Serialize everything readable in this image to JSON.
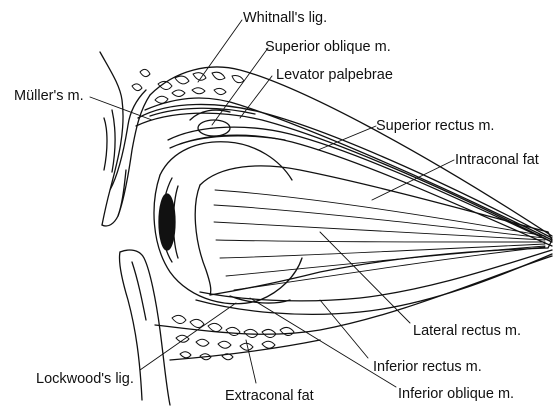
{
  "labels": {
    "whitnall": "Whitnall's lig.",
    "superior_oblique": "Superior oblique m.",
    "levator": "Levator palpebrae",
    "muller": "Müller's m.",
    "superior_rectus": "Superior rectus m.",
    "intraconal_fat": "Intraconal fat",
    "lateral_rectus": "Lateral rectus m.",
    "inferior_rectus": "Inferior rectus m.",
    "lockwood": "Lockwood's lig.",
    "inferior_oblique": "Inferior oblique m.",
    "extraconal_fat": "Extraconal fat"
  },
  "colors": {
    "ink": "#111111",
    "paper": "#ffffff"
  }
}
